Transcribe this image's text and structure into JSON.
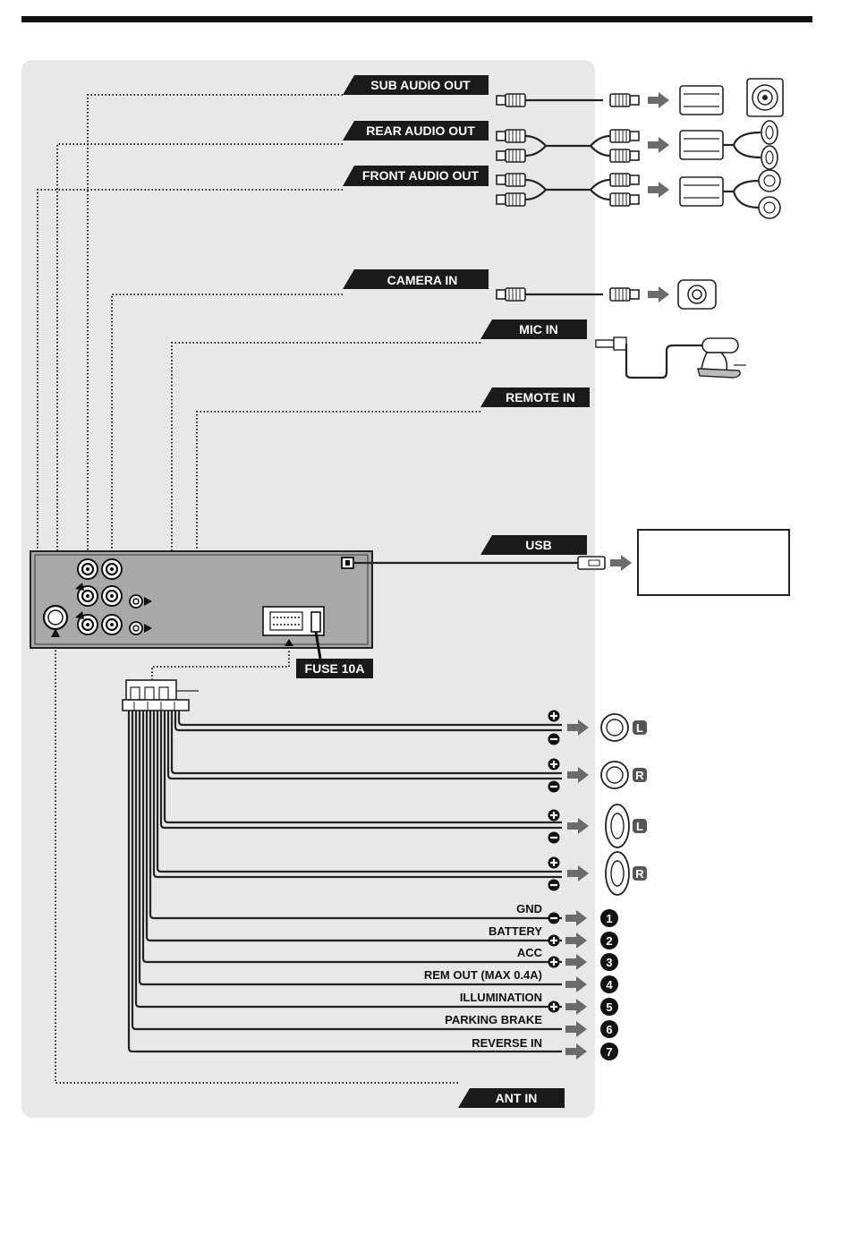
{
  "colors": {
    "panel": "#e8e8e8",
    "label_bg": "#1a1a1a",
    "label_text": "#ffffff",
    "arrow": "#6b6b6b",
    "unit_body": "#a9a9a9"
  },
  "labels": {
    "sub_audio_out": "SUB AUDIO OUT",
    "rear_audio_out": "REAR AUDIO OUT",
    "front_audio_out": "FRONT AUDIO OUT",
    "camera_in": "CAMERA IN",
    "mic_in": "MIC IN",
    "remote_in": "REMOTE IN",
    "usb": "USB",
    "fuse": "FUSE 10A",
    "ant_in": "ANT IN"
  },
  "speakers": [
    {
      "channel": "L",
      "type": "front-speaker-icon"
    },
    {
      "channel": "R",
      "type": "front-speaker-icon"
    },
    {
      "channel": "L",
      "type": "rear-speaker-icon"
    },
    {
      "channel": "R",
      "type": "rear-speaker-icon"
    }
  ],
  "polarity": {
    "plus": "+",
    "minus": "−"
  },
  "power_wires": [
    {
      "name": "GND",
      "sign": "−",
      "num": "1"
    },
    {
      "name": "BATTERY",
      "sign": "+",
      "num": "2"
    },
    {
      "name": "ACC",
      "sign": "+",
      "num": "3"
    },
    {
      "name": "REM OUT (MAX 0.4A)",
      "sign": "",
      "num": "4"
    },
    {
      "name": "ILLUMINATION",
      "sign": "+",
      "num": "5"
    },
    {
      "name": "PARKING BRAKE",
      "sign": "",
      "num": "6"
    },
    {
      "name": "REVERSE IN",
      "sign": "",
      "num": "7"
    }
  ]
}
